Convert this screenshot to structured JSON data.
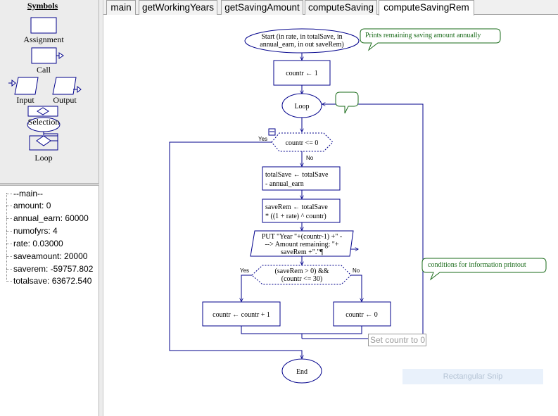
{
  "symbols": {
    "title": "Symbols",
    "assignment": "Assignment",
    "call": "Call",
    "input": "Input",
    "output": "Output",
    "selection": "Selection",
    "loop": "Loop"
  },
  "variables": [
    "--main--",
    "amount: 0",
    "annual_earn: 60000",
    "numofyrs: 4",
    "rate: 0.03000",
    "saveamount: 20000",
    "saverem: -59757.802",
    "totalsave: 63672.540"
  ],
  "tabs": [
    {
      "label": "main",
      "active": false
    },
    {
      "label": "getWorkingYears",
      "active": false
    },
    {
      "label": "getSavingAmount",
      "active": false
    },
    {
      "label": "computeSaving",
      "active": false
    },
    {
      "label": "computeSavingRem",
      "active": true
    }
  ],
  "flowchart": {
    "start_line1": "Start (in rate, in totalSave, in",
    "start_line2": "annual_earn, in out saveRem)",
    "comment_start": "Prints remaining saving amount annually",
    "init": "countr ← 1",
    "loop": "Loop",
    "loop_cond": "countr <= 0",
    "yes": "Yes",
    "no": "No",
    "assign1_line1": "totalSave ← totalSave",
    "assign1_line2": "-  annual_earn",
    "assign2_line1": "saveRem ← totalSave",
    "assign2_line2": "* ((1 + rate) ^ countr)",
    "output_line1": "PUT \"Year \"+(countr-1) +\" -",
    "output_line2": "--> Amount remaining: \"+",
    "output_line3": "saveRem +\".\"¶",
    "sel_cond_line1": "(saveRem > 0) &&",
    "sel_cond_line2": "(countr <= 30)",
    "comment_sel": "conditions for information printout",
    "assign_yes": "countr ← countr + 1",
    "assign_no": "countr ← 0",
    "end": "End"
  },
  "tooltip": "Set countr to 0",
  "snip_overlay": "Rectangular Snip",
  "colors": {
    "flow_blue": "#00008b",
    "comment_green": "#1a6b1a"
  }
}
